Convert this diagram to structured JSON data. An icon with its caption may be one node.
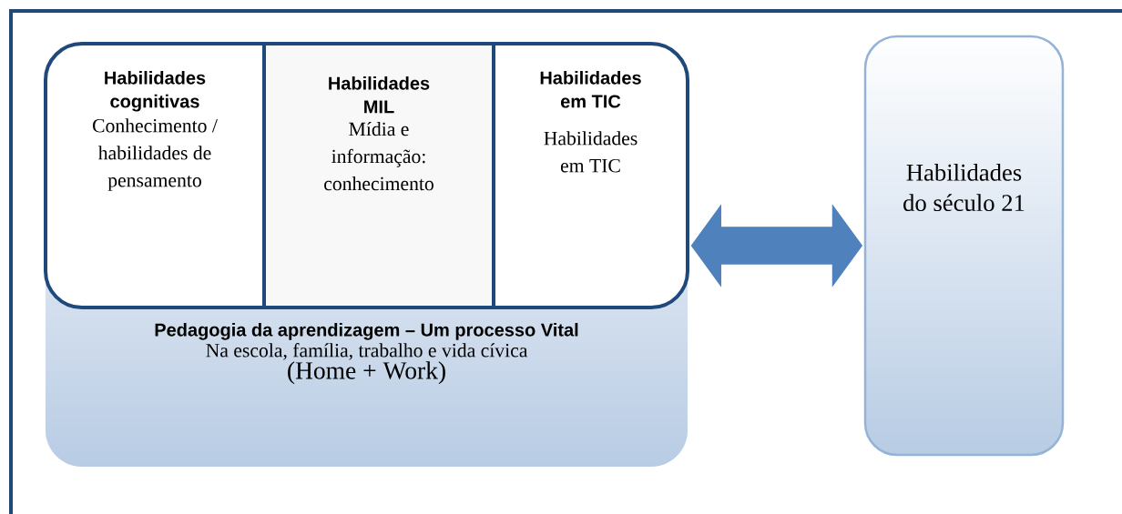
{
  "diagram": {
    "nodes": [
      {
        "text": [
          "Pedagogia da aprendizagem – Um processo Vital",
          "Na escola, família, trabalho e vida cívica",
          "(Home + Work)"
        ]
      },
      {
        "text": [],
        "shape": "box"
      },
      {
        "text": [
          "Habilidades cognitivas",
          "Conhecimento / habilidades de pensamento"
        ],
        "in": 1
      },
      {
        "text": [
          "Habilidades MIL",
          "Mídia e informação: conhecimento"
        ],
        "in": 1
      },
      {
        "text": [
          "Habilidades em TIC",
          "Habilidades em TIC"
        ],
        "in": 1
      },
      {
        "text": [
          "Habilidades do século 21"
        ]
      }
    ],
    "edges": [
      {
        "from": 1,
        "to": 5,
        "arrow": "both"
      }
    ]
  }
}
